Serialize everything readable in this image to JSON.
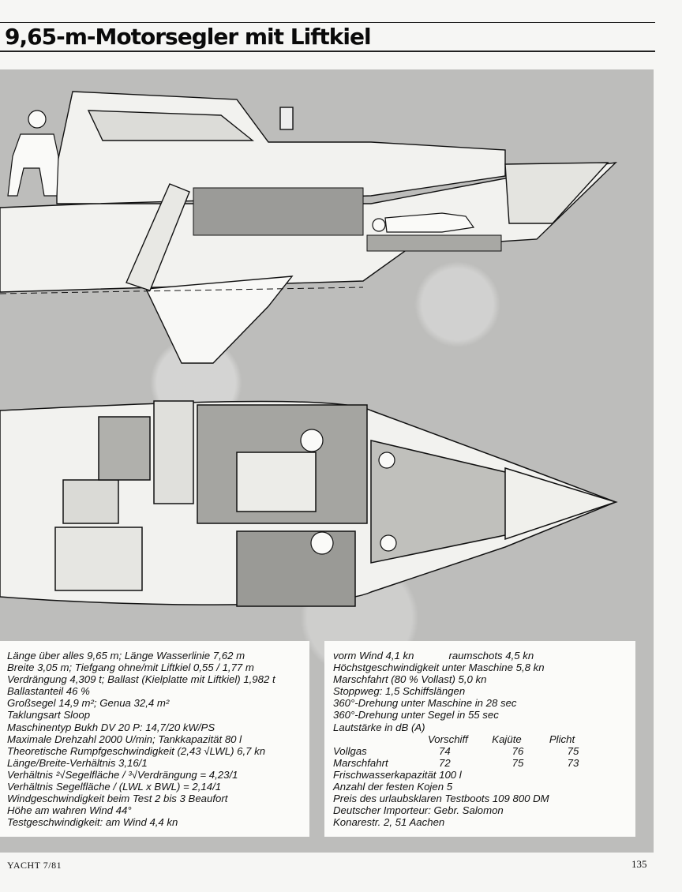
{
  "header": {
    "title": "9,65-m-Motorsegler mit Liftkiel"
  },
  "specs_left": [
    "Länge über alles 9,65 m; Länge Wasserlinie 7,62 m",
    "Breite 3,05 m; Tiefgang ohne/mit Liftkiel 0,55 / 1,77 m",
    "Verdrängung 4,309 t; Ballast (Kielplatte mit Liftkiel) 1,982 t",
    "Ballastanteil 46 %",
    "Großsegel 14,9 m²; Genua 32,4 m²",
    "Taklungsart Sloop",
    "Maschinentyp  Bukh DV 20 P: 14,7/20 kW/PS",
    "Maximale Drehzahl 2000 U/min; Tankkapazität 80 l",
    "Theoretische Rumpfgeschwindigkeit (2,43 √LWL) 6,7 kn",
    "Länge/Breite-Verhältnis 3,16/1",
    "Verhältnis ²√Segelfläche / ³√Verdrängung = 4,23/1",
    "Verhältnis Segelfläche / (LWL x BWL) = 2,14/1",
    "Windgeschwindigkeit beim Test 2 bis 3 Beaufort",
    "Höhe am wahren Wind 44°",
    "Testgeschwindigkeit: am Wind 4,4 kn"
  ],
  "specs_right": {
    "top_lines": [
      "vorm Wind 4,1 kn            raumschots 4,5 kn",
      "Höchstgeschwindigkeit unter Maschine 5,8 kn",
      "Marschfahrt (80 % Vollast) 5,0 kn",
      "Stoppweg: 1,5 Schiffslängen",
      "360°-Drehung unter Maschine in 28 sec",
      "360°-Drehung unter Segel in 55 sec",
      "Lautstärke in dB (A)"
    ],
    "noise_table": {
      "headers": [
        "",
        "Vorschiff",
        "Kajüte",
        "Plicht"
      ],
      "rows": [
        [
          "Vollgas",
          "74",
          "76",
          "75"
        ],
        [
          "Marschfahrt",
          "72",
          "75",
          "73"
        ]
      ]
    },
    "bottom_lines": [
      "Frischwasserkapazität 100 l",
      "Anzahl der festen Kojen 5",
      "Preis des urlaubsklaren Testboots 109 800 DM",
      "Deutscher Importeur: Gebr. Salomon",
      "Konarestr. 2, 51 Aachen"
    ]
  },
  "footer": {
    "magazine": "YACHT 7/81",
    "page": "135"
  }
}
